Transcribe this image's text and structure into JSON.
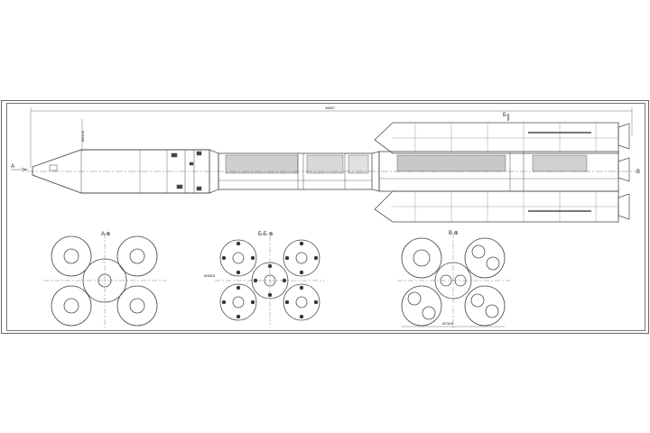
{
  "labels": {
    "overall_length": "38897",
    "diameter": "Ø4100",
    "view_a": "A",
    "view_a_title": "A ⊕",
    "section_bb_title": "Б-Б ⊕",
    "view_v_title": "В ⊕",
    "section_mark_b": "Б",
    "view_mark_v": "В",
    "dim_section": "Ø3853",
    "dim_view_v": "Ø7500"
  },
  "colors": {
    "line": "#4a4a4a",
    "thin": "#8a8a8a",
    "paper": "#ffffff"
  }
}
